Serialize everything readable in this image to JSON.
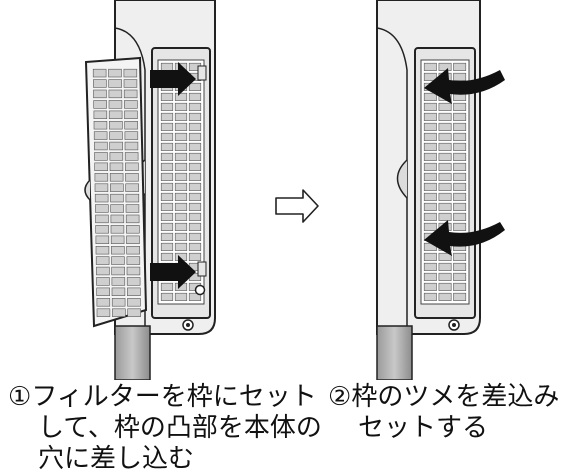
{
  "steps": [
    {
      "number": "①",
      "lines": [
        "フィルターを枠にセット",
        "して、枠の凸部を本体の",
        "穴に差し込む"
      ]
    },
    {
      "number": "②",
      "lines": [
        "枠のツメを差込み",
        "セットする"
      ]
    }
  ],
  "icons": {
    "step_arrow": "outline-right-arrow-icon",
    "insert_arrow": "bold-right-arrow-icon",
    "push_arrow": "curved-left-arrow-icon",
    "screw": "screw-icon"
  },
  "colors": {
    "panel": "#eeeeee",
    "panel_edge": "#222222",
    "filter_fill": "#ffffff",
    "filter_cell": "#cfcfcf",
    "bracket": "#a8a8a8",
    "arrow": "#111111"
  }
}
